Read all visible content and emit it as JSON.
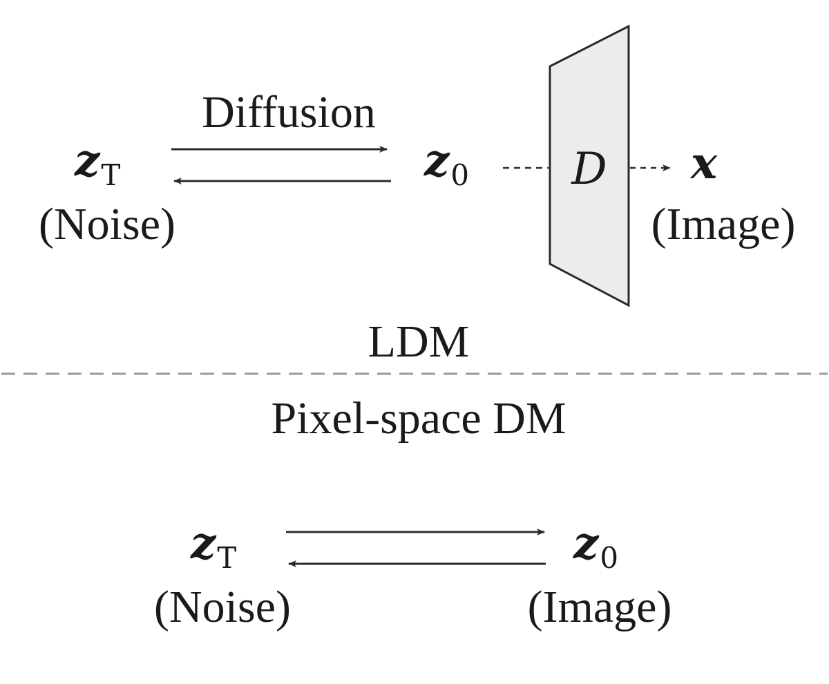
{
  "ldm": {
    "process_label": "Diffusion",
    "noise_symbol": "z",
    "noise_subscript": "T",
    "noise_caption": "(Noise)",
    "latent_symbol": "z",
    "latent_subscript": "0",
    "decoder_symbol": "D",
    "output_symbol": "x",
    "output_caption": "(Image)",
    "section_label": "LDM"
  },
  "pixel_dm": {
    "section_label": "Pixel-space DM",
    "noise_symbol": "z",
    "noise_subscript": "T",
    "noise_caption": "(Noise)",
    "image_symbol": "z",
    "image_subscript": "0",
    "image_caption": "(Image)"
  },
  "colors": {
    "line": "#2a2a2a",
    "decoder_fill": "#ececec",
    "separator": "#9a9a9a"
  }
}
